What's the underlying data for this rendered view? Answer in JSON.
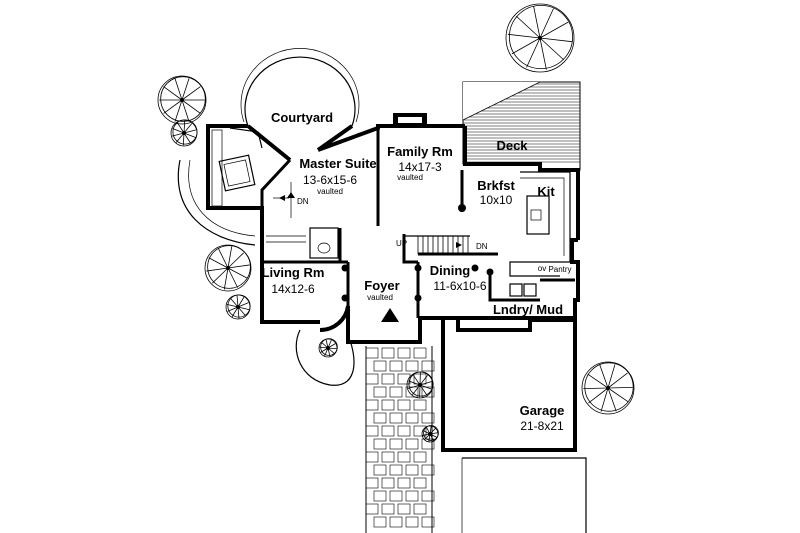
{
  "rooms": {
    "courtyard": {
      "name": "Courtyard"
    },
    "master": {
      "name": "Master Suite",
      "dims": "13-6x15-6",
      "note": "vaulted"
    },
    "family": {
      "name": "Family Rm",
      "dims": "14x17-3",
      "note": "vaulted"
    },
    "deck": {
      "name": "Deck"
    },
    "breakfast": {
      "name": "Brkfst",
      "dims": "10x10"
    },
    "kitchen": {
      "name": "Kit"
    },
    "living": {
      "name": "Living Rm",
      "dims": "14x12-6"
    },
    "foyer": {
      "name": "Foyer",
      "note": "vaulted"
    },
    "dining": {
      "name": "Dining",
      "dims": "11-6x10-6"
    },
    "laundry": {
      "name": "Lndry/ Mud"
    },
    "pantry": {
      "name": "Pantry"
    },
    "garage": {
      "name": "Garage",
      "dims": "21-8x21"
    }
  },
  "labels": {
    "master_dn": "DN",
    "stair_up": "UP",
    "stair_dn": "DN",
    "oven": "ov"
  }
}
